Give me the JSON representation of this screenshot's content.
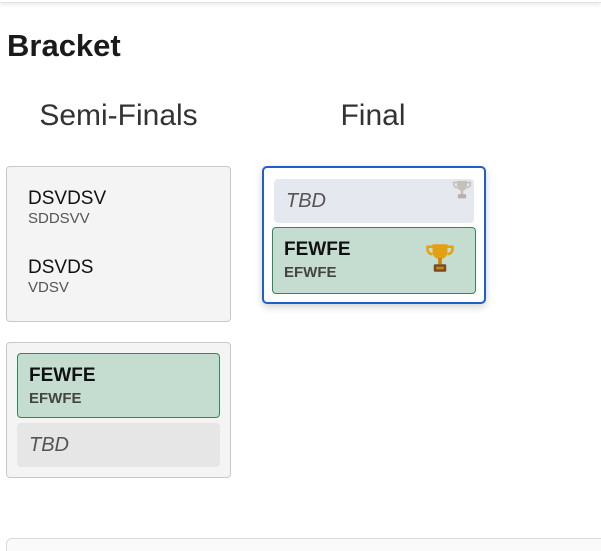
{
  "page": {
    "title": "Bracket"
  },
  "rounds": [
    {
      "label": "Semi-Finals"
    },
    {
      "label": "Final"
    }
  ],
  "semifinals": [
    {
      "teams": [
        {
          "name": "DSVDSV",
          "sub": "SDDSVV"
        },
        {
          "name": "DSVDS",
          "sub": "VDSV"
        }
      ]
    },
    {
      "winner": {
        "name": "FEWFE",
        "sub": "EFWFE"
      },
      "tbd_label": "TBD"
    }
  ],
  "final": {
    "tbd_label": "TBD",
    "winner": {
      "name": "FEWFE",
      "sub": "EFWFE"
    }
  },
  "colors": {
    "winner_bg": "#c4ddd0",
    "winner_border": "#2e8b57",
    "final_border": "#1f5fcc",
    "trophy_gold": "#e3a010"
  },
  "icons": [
    "trophy-icon",
    "trophy-faded-icon"
  ]
}
